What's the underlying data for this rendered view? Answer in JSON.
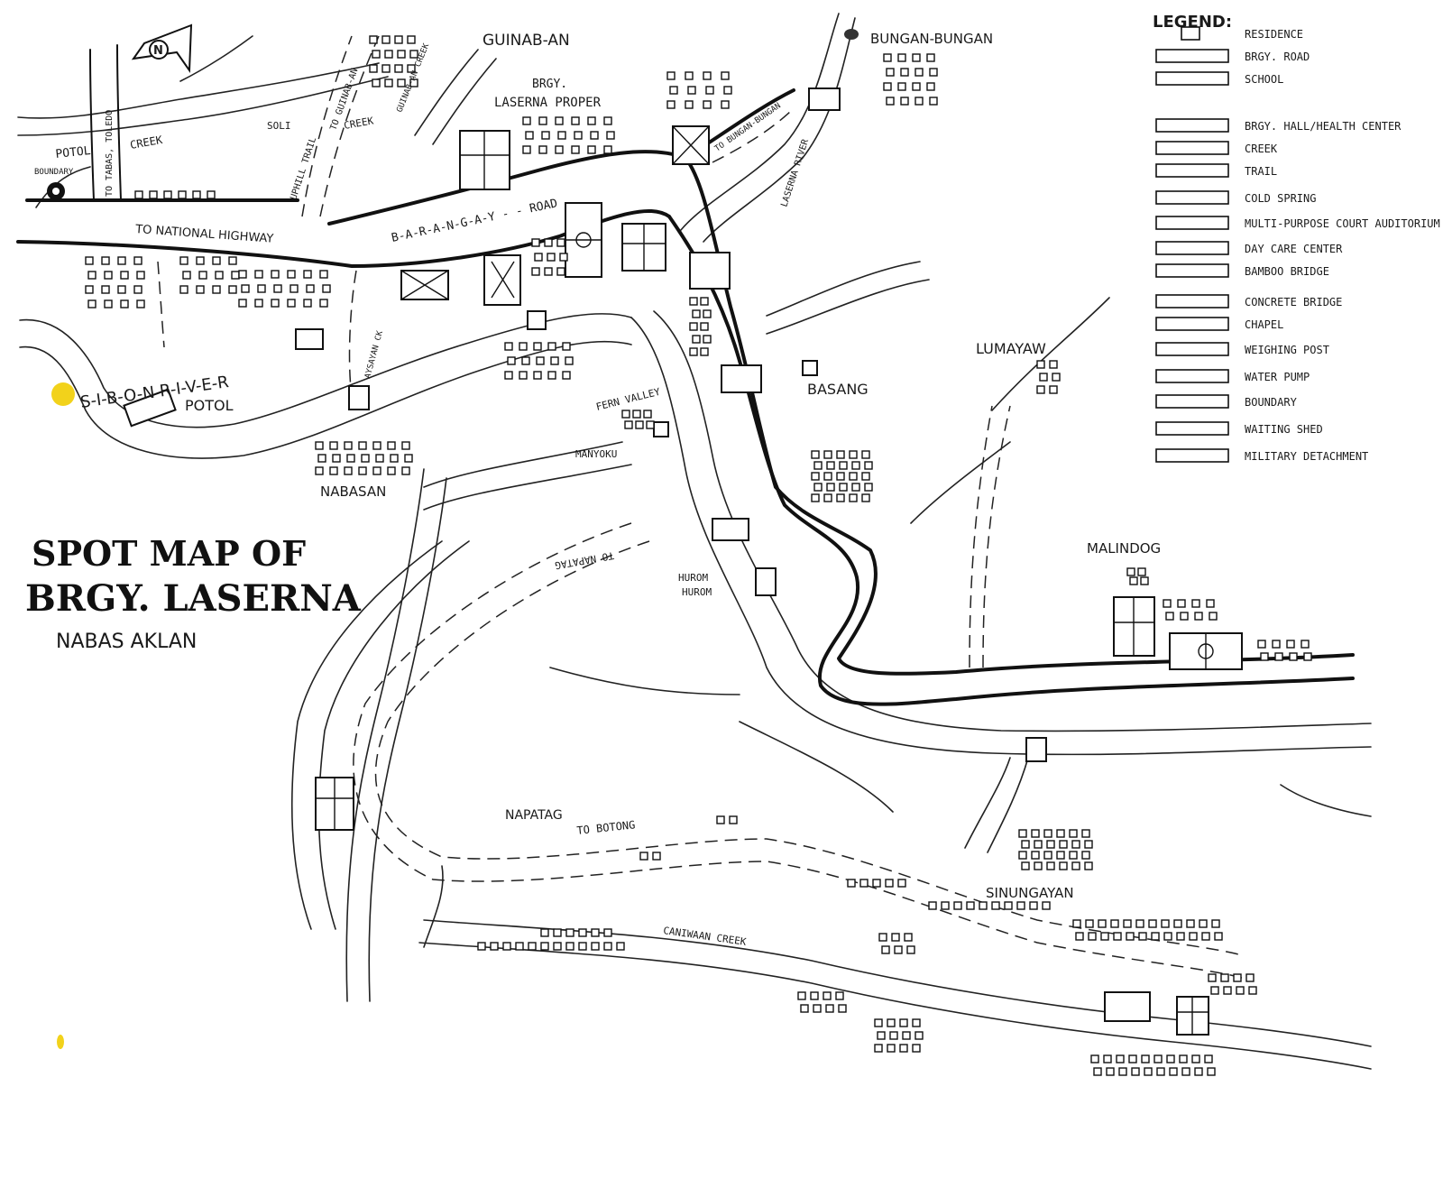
{
  "title": {
    "line1": "SPOT MAP OF",
    "line2": "BRGY. LASERNA",
    "line3": "NABAS  AKLAN"
  },
  "north_label": "N",
  "places": {
    "guinab_an": "GUINAB-AN",
    "bungan_bungan": "BUNGAN-BUNGAN",
    "laserna_proper_1": "BRGY.",
    "laserna_proper_2": "LASERNA PROPER",
    "potol_top": "POTOL",
    "potol": "POTOL",
    "nabasan": "NABASAN",
    "fern_valley": "FERN VALLEY",
    "manyoku": "MANYOKU",
    "basang": "BASANG",
    "lumayaw": "LUMAYAW",
    "malindog": "MALINDOG",
    "hurom_hurom_1": "HUROM",
    "hurom_hurom_2": "HUROM",
    "napatag": "NAPATAG",
    "sinungayan": "SINUNGAYAN"
  },
  "map_labels": {
    "boundary": "BOUNDARY",
    "to_tabas_toledo": "TO TABAS, TOLEDO",
    "creek_left": "CREEK",
    "soli_creek_1": "SOLI",
    "soli_creek_2": "CREEK",
    "to_guinab_an": "TO GUINAB-AN",
    "guinab_an_creek": "GUINAB-AN CREEK",
    "uphill_trail": "UPHILL TRAIL",
    "to_national_highway": "TO NATIONAL HIGHWAY",
    "barangay_road": "B-A-R-A-N-G-A-Y - - ROAD",
    "to_bungan_bungan": "TO BUNGAN-BUNGAN",
    "laserna_river": "LASERNA RIVER",
    "sibon_river": "S-I-B-O-N  R-I-V-E-R",
    "aysayan_creek": "AYSAYAN CK",
    "to_napatag": "TO NAPATAG",
    "to_botong": "TO BOTONG",
    "caniwaan_creek": "CANIWAAN CREEK"
  },
  "legend": {
    "heading": "LEGEND:",
    "items": [
      {
        "label": "RESIDENCE",
        "icon": "residence-icon"
      },
      {
        "label": "BRGY. ROAD",
        "icon": "barangay-road-icon"
      },
      {
        "label": "SCHOOL",
        "icon": "school-icon"
      },
      {
        "label": "BRGY. HALL/HEALTH CENTER",
        "icon": "barangay-hall-icon"
      },
      {
        "label": "CREEK",
        "icon": "creek-icon"
      },
      {
        "label": "TRAIL",
        "icon": "trail-icon"
      },
      {
        "label": "COLD SPRING",
        "icon": "cold-spring-icon"
      },
      {
        "label": "MULTI-PURPOSE COURT AUDITORIUM",
        "icon": "court-icon"
      },
      {
        "label": "DAY CARE CENTER",
        "icon": "day-care-icon"
      },
      {
        "label": "BAMBOO BRIDGE",
        "icon": "bamboo-bridge-icon"
      },
      {
        "label": "CONCRETE BRIDGE",
        "icon": "concrete-bridge-icon"
      },
      {
        "label": "CHAPEL",
        "icon": "chapel-icon"
      },
      {
        "label": "WEIGHING POST",
        "icon": "weighing-post-icon"
      },
      {
        "label": "WATER PUMP",
        "icon": "water-pump-icon"
      },
      {
        "label": "BOUNDARY",
        "icon": "boundary-icon"
      },
      {
        "label": "WAITING SHED",
        "icon": "waiting-shed-icon"
      },
      {
        "label": "MILITARY DETACHMENT",
        "icon": "military-detachment-icon"
      }
    ]
  },
  "colors": {
    "ink": "#111111",
    "paper": "#ffffff",
    "marker": "#f2d21b"
  }
}
